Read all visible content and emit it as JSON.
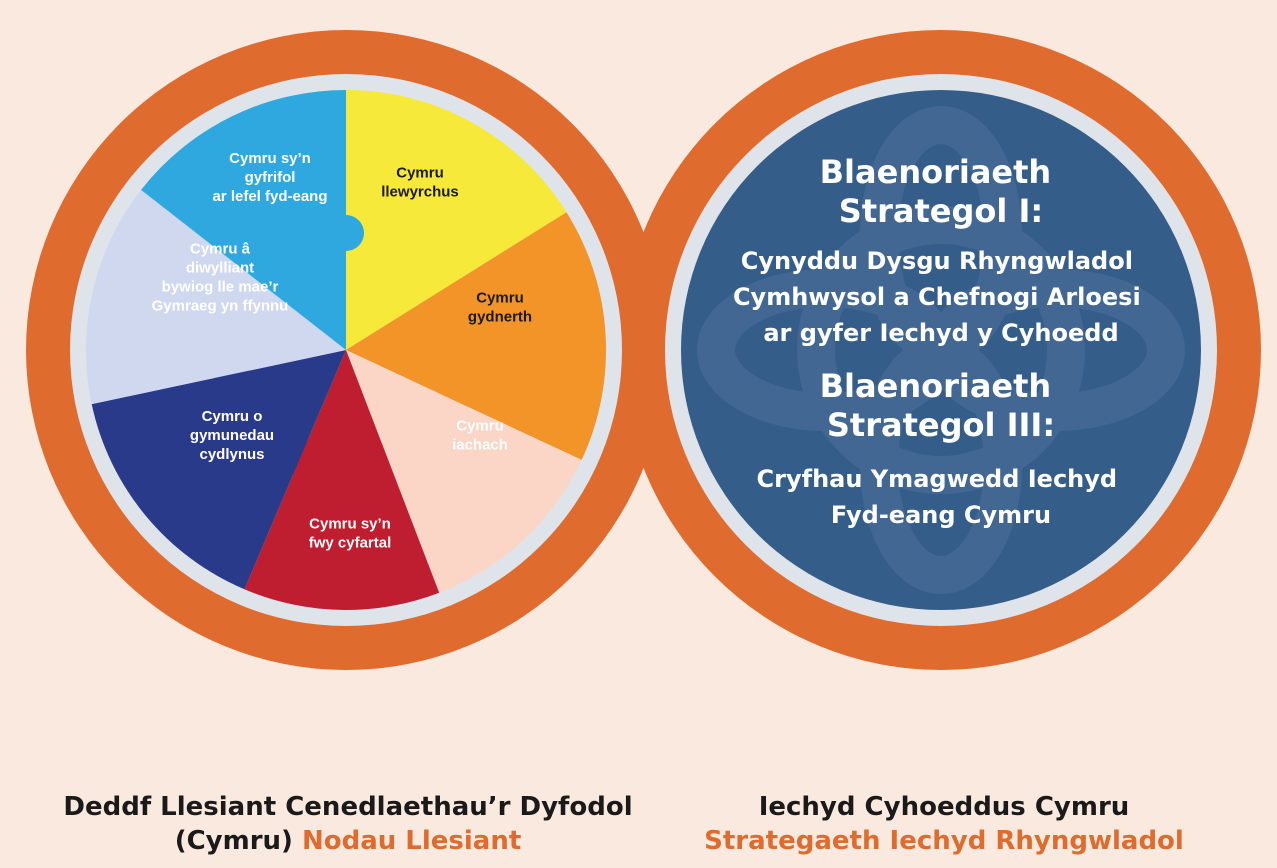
{
  "colors": {
    "background": "#f9e9de",
    "ring_orange": "#e06b2e",
    "inner_ring": "#dfe4ea",
    "right_disk": "#355d8a",
    "right_text": "#ffffff"
  },
  "wheel": {
    "segments": [
      {
        "label_lines": [
          "Cymru",
          "llewyrchus"
        ],
        "color": "#f6e93a",
        "text_color": "#1a1a1a"
      },
      {
        "label_lines": [
          "Cymru",
          "gydnerth"
        ],
        "color": "#f39428",
        "text_color": "#1a1a1a"
      },
      {
        "label_lines": [
          "Cymru",
          "iachach"
        ],
        "color": "#fbd6c6",
        "text_color": "#ffffff"
      },
      {
        "label_lines": [
          "Cymru sy’n",
          "fwy cyfartal"
        ],
        "color": "#be1e2f",
        "text_color": "#ffffff"
      },
      {
        "label_lines": [
          "Cymru o",
          "gymunedau",
          "cydlynus"
        ],
        "color": "#2a3a8a",
        "text_color": "#ffffff"
      },
      {
        "label_lines": [
          "Cymru â",
          "diwylliant",
          "bywiog lle mae’r",
          "Gymraeg yn ffynnu"
        ],
        "color": "#cfd8ef",
        "text_color": "#ffffff"
      },
      {
        "label_lines": [
          "Cymru sy’n",
          "gyfrifol",
          "ar lefel fyd-eang"
        ],
        "color": "#2ea8df",
        "text_color": "#ffffff"
      }
    ]
  },
  "right_panel": {
    "priority1_heading": [
      "Blaenoriaeth",
      "Strategol I:"
    ],
    "priority1_body": [
      "Cynyddu Dysgu Rhyngwladol",
      "Cymhwysol a Chefnogi Arloesi",
      "ar gyfer Iechyd y Cyhoedd"
    ],
    "priority3_heading": [
      "Blaenoriaeth",
      "Strategol III:"
    ],
    "priority3_body": [
      "Cryfhau Ymagwedd Iechyd",
      "Fyd-eang Cymru"
    ]
  },
  "captions": {
    "left": {
      "dark_text": "Deddf Llesiant Cenedlaethau’r Dyfodol (Cymru)",
      "accent_text": "Nodau Llesiant"
    },
    "right": {
      "dark_text": "Iechyd Cyhoeddus Cymru",
      "accent_text": "Strategaeth Iechyd Rhyngwladol"
    }
  }
}
